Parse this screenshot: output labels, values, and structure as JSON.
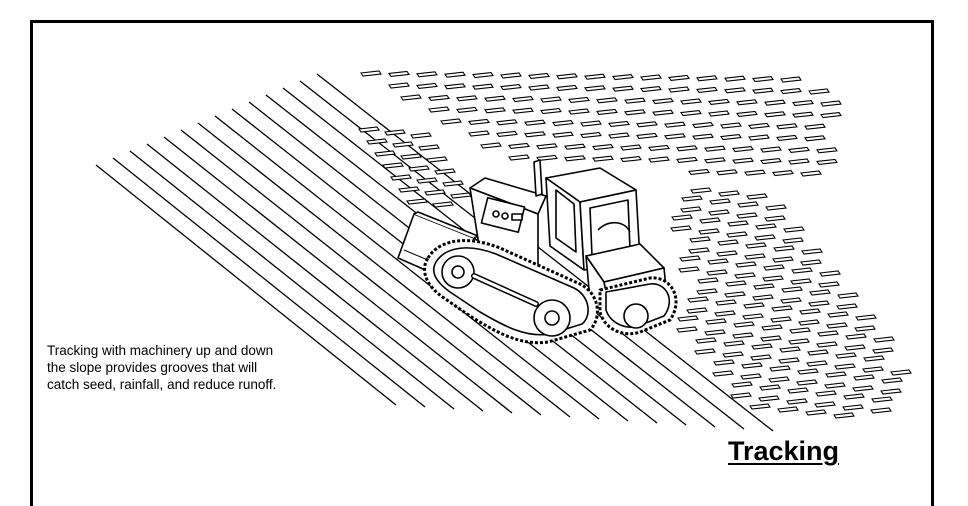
{
  "diagram": {
    "title": "Tracking",
    "caption_lines": [
      "Tracking with machinery up and down",
      "the slope provides grooves that will",
      "catch seed, rainfall, and reduce runoff."
    ]
  },
  "icons": {
    "machine": "bulldozer-icon",
    "groove": "track-groove-icon"
  },
  "colors": {
    "ink": "#000000",
    "paper": "#ffffff"
  }
}
